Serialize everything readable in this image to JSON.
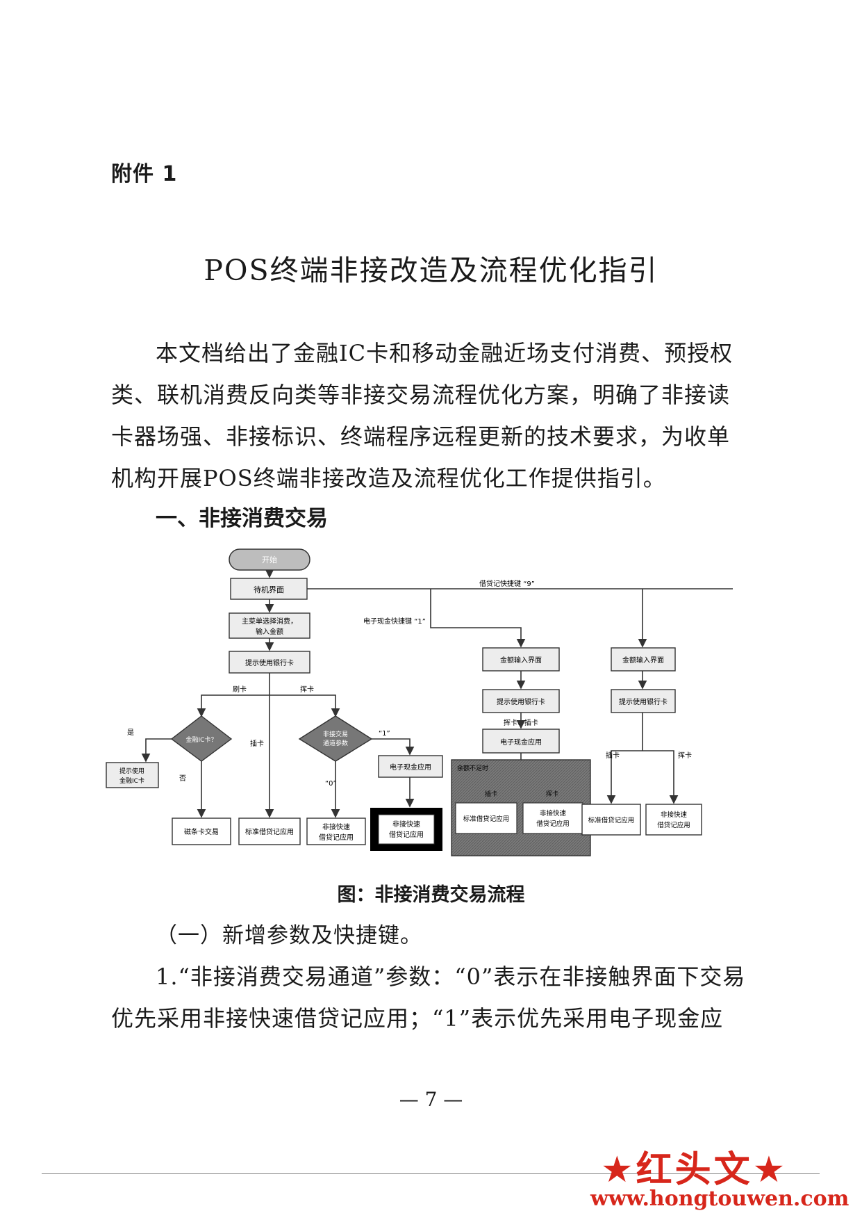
{
  "attachment_label": "附件 1",
  "title": "POS终端非接改造及流程优化指引",
  "intro_paragraph": "本文档给出了金融IC卡和移动金融近场支付消费、预授权类、联机消费反向类等非接交易流程优化方案，明确了非接读卡器场强、非接标识、终端程序远程更新的技术要求，为收单机构开展POS终端非接改造及流程优化工作提供指引。",
  "section_1_heading": "一、非接消费交易",
  "flowchart": {
    "start": "开始",
    "standby": "待机界面",
    "menu_select": [
      "主菜单选择消费，",
      "输入金额"
    ],
    "prompt_bank_card": "提示使用银行卡",
    "label_swipe": "刷卡",
    "label_wave": "挥卡",
    "label_insert": "插卡",
    "decision_ic": "金融IC卡？",
    "label_yes": "是",
    "label_no": "否",
    "prompt_ic": [
      "提示使用",
      "金融IC卡"
    ],
    "decision_channel": [
      "非接交易",
      "通道参数"
    ],
    "label_one_quote": "“1”",
    "label_zero_quote": "“0”",
    "ecash_app": "电子现金应用",
    "magstripe_txn": "磁条卡交易",
    "std_debit_credit": "标准借贷记应用",
    "qpboc": [
      "非接快速",
      "借贷记应用"
    ],
    "shortcut_ecash": "电子现金快捷键 “1”",
    "shortcut_debit_credit": "借贷记快捷键 “9”",
    "amount_input": "金额输入界面",
    "wave_insert": "挥卡、插卡",
    "balance_insufficient": "余额不足时"
  },
  "figure_caption": "图：非接消费交易流程",
  "subsection_1": "（一）新增参数及快捷键。",
  "item_1": "1.“非接消费交易通道”参数：“0”表示在非接触界面下交易优先采用非接快速借贷记应用；“1”表示优先采用电子现金应",
  "page_number": "— 7 —",
  "watermark": {
    "brand": "★红头文★",
    "url": "www.hongtouwen.com"
  }
}
